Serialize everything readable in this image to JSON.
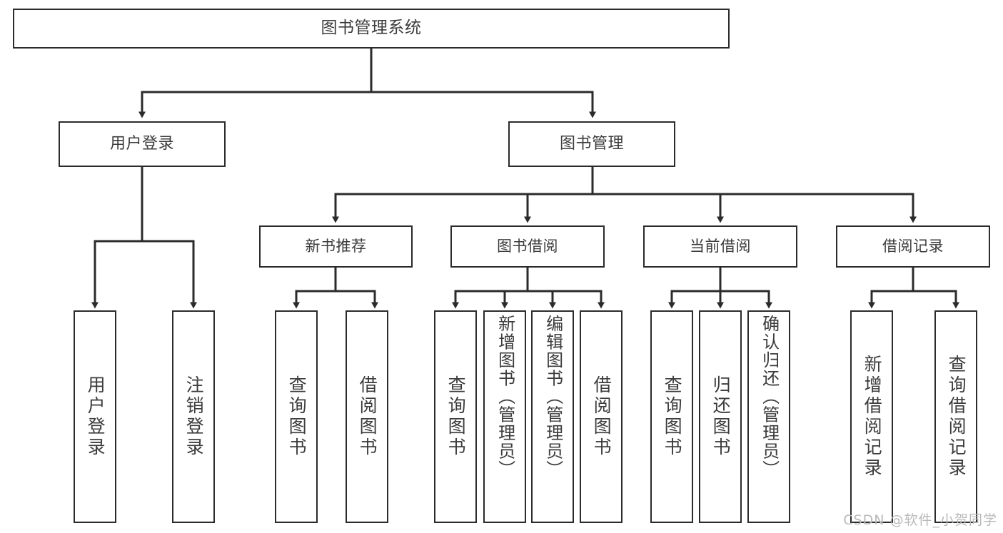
{
  "diagram": {
    "title": "图书管理系统",
    "watermark": "CSDN @软件_小贺同学",
    "line_color": "#2b2b2b",
    "text_color": "#3c3c3c",
    "background": "#ffffff",
    "root": {
      "label": "图书管理系统"
    },
    "level2": [
      {
        "label": "用户登录"
      },
      {
        "label": "图书管理"
      }
    ],
    "level3": [
      {
        "label": "新书推荐"
      },
      {
        "label": "图书借阅"
      },
      {
        "label": "当前借阅"
      },
      {
        "label": "借阅记录"
      }
    ],
    "leaves": {
      "user_login": [
        {
          "label": "用户登录"
        },
        {
          "label": "注销登录"
        }
      ],
      "new_book_recommend": [
        {
          "label": "查询图书"
        },
        {
          "label": "借阅图书"
        }
      ],
      "book_borrow": [
        {
          "label": "查询图书"
        },
        {
          "label": "新增图书（管理员）"
        },
        {
          "label": "编辑图书（管理员）"
        },
        {
          "label": "借阅图书"
        }
      ],
      "current_borrow": [
        {
          "label": "查询图书"
        },
        {
          "label": "归还图书"
        },
        {
          "label": "确认归还（管理员）"
        }
      ],
      "borrow_record": [
        {
          "label": "新增借阅记录"
        },
        {
          "label": "查询借阅记录"
        }
      ]
    }
  }
}
